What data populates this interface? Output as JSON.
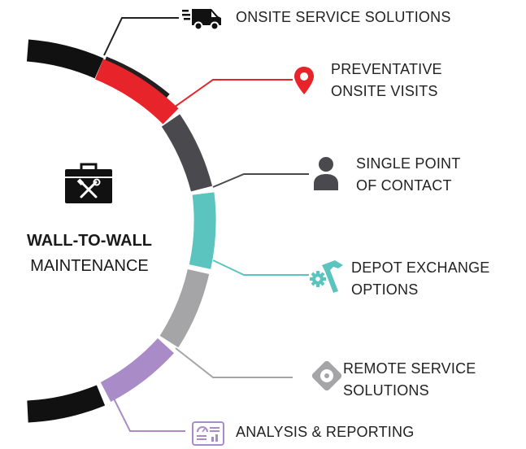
{
  "center": {
    "title_bold": "WALL-TO-WALL",
    "title_regular": "MAINTENANCE",
    "icon": "toolbox-icon"
  },
  "items": [
    {
      "line1": "ONSITE SERVICE SOLUTIONS",
      "line2": "",
      "icon": "van-icon",
      "color": "#231f20"
    },
    {
      "line1": "PREVENTATIVE",
      "line2": "ONSITE VISITS",
      "icon": "location-pin-icon",
      "color": "#e8242b"
    },
    {
      "line1": "SINGLE POINT",
      "line2": "OF CONTACT",
      "icon": "person-icon",
      "color": "#4a4a4e"
    },
    {
      "line1": "DEPOT EXCHANGE",
      "line2": "OPTIONS",
      "icon": "hammer-gear-icon",
      "color": "#5bc4bf"
    },
    {
      "line1": "REMOTE SERVICE",
      "line2": "SOLUTIONS",
      "icon": "remote-disc-icon",
      "color": "#a5a5a8"
    },
    {
      "line1": "ANALYSIS & REPORTING",
      "line2": "",
      "icon": "dashboard-icon",
      "color": "#a98bc7"
    }
  ],
  "arc_end_color": "#111111"
}
